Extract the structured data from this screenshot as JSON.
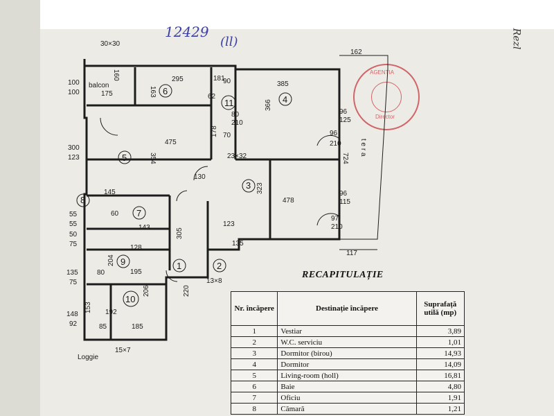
{
  "handwritten": {
    "number": "12429",
    "initials": "(ll)",
    "right_margin": "Rezl"
  },
  "stamp": {
    "line1": "AGENTIA",
    "line2": "Director"
  },
  "plan": {
    "labels": {
      "top_dim": "30×30",
      "balcony": "balcon",
      "loggia": "Loggie",
      "bottom_dim": "15×7",
      "small_dim_a": "13×8",
      "small_dim_b": "23×32",
      "terrace": "t e r a"
    },
    "rooms": [
      "1",
      "2",
      "3",
      "4",
      "5",
      "6",
      "7",
      "8",
      "9",
      "10",
      "11"
    ],
    "dims": {
      "d162": "162",
      "d385": "385",
      "d295": "295",
      "d475": "475",
      "d354": "354",
      "d366": "366",
      "d323": "323",
      "d478": "478",
      "d145": "145",
      "d724": "724",
      "d175": "175",
      "d160": "160",
      "d100a": "100",
      "d100b": "100",
      "d300": "300",
      "d123": "123",
      "d55a": "55",
      "d55b": "55",
      "d50": "50",
      "d75a": "75",
      "d135a": "135",
      "d75b": "75",
      "d148": "148",
      "d92": "92",
      "d117": "117",
      "d195": "195",
      "d206": "206",
      "d185": "185",
      "d85": "85",
      "d153": "153",
      "d192": "192",
      "d305": "305",
      "d123b": "123",
      "d135b": "135",
      "d96a": "96",
      "d210a": "210",
      "d96b": "96",
      "d210b": "210",
      "d96c": "96",
      "d115": "115",
      "d97": "97",
      "d210c": "210",
      "d125": "125",
      "d90": "90",
      "d181": "181",
      "d163": "163",
      "d62": "62",
      "d80": "80",
      "d70": "70",
      "d178": "178",
      "d130": "130",
      "d60": "60",
      "d143": "143",
      "d128": "128",
      "d204": "204",
      "d80b": "80",
      "d220": "220"
    }
  },
  "recap": {
    "title": "RECAPITULAȚIE",
    "headers": [
      "Nr. încăpere",
      "Destinație încăpere",
      "Suprafață utilă (mp)"
    ],
    "rows": [
      {
        "nr": "1",
        "dest": "Vestiar",
        "area": "3,89"
      },
      {
        "nr": "2",
        "dest": "W.C. serviciu",
        "area": "1,01"
      },
      {
        "nr": "3",
        "dest": "Dormitor (birou)",
        "area": "14,93"
      },
      {
        "nr": "4",
        "dest": "Dormitor",
        "area": "14,09"
      },
      {
        "nr": "5",
        "dest": "Living-room (holl)",
        "area": "16,81"
      },
      {
        "nr": "6",
        "dest": "Baie",
        "area": "4,80"
      },
      {
        "nr": "7",
        "dest": "Oficiu",
        "area": "1,91"
      },
      {
        "nr": "8",
        "dest": "Cămară",
        "area": "1,21"
      }
    ]
  },
  "colors": {
    "ink": "#1c1c1c",
    "stamp": "#c9383e",
    "pen": "#3a3fa6"
  }
}
